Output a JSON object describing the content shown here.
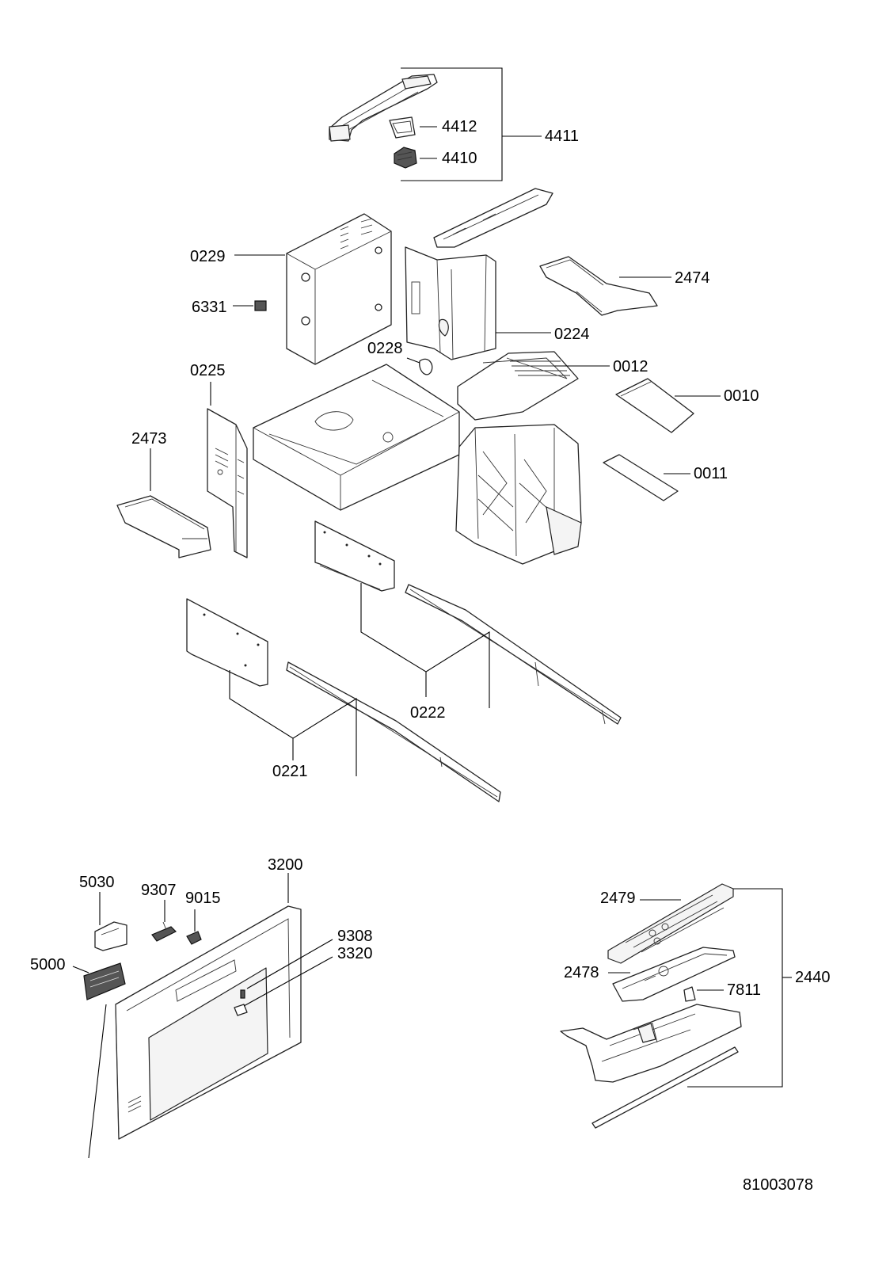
{
  "drawing_number": "81003078",
  "callouts": {
    "c4411": "4411",
    "c4412": "4412",
    "c4410": "4410",
    "c0229": "0229",
    "c6331": "6331",
    "c2474": "2474",
    "c0224": "0224",
    "c0228": "0228",
    "c0012": "0012",
    "c0225": "0225",
    "c0010": "0010",
    "c2473": "2473",
    "c0011": "0011",
    "c0222": "0222",
    "c0221": "0221",
    "c3200": "3200",
    "c5030": "5030",
    "c9307": "9307",
    "c9015": "9015",
    "c9308": "9308",
    "c3320": "3320",
    "c5000": "5000",
    "c2479": "2479",
    "c2478": "2478",
    "c7811": "7811",
    "c2440": "2440"
  }
}
